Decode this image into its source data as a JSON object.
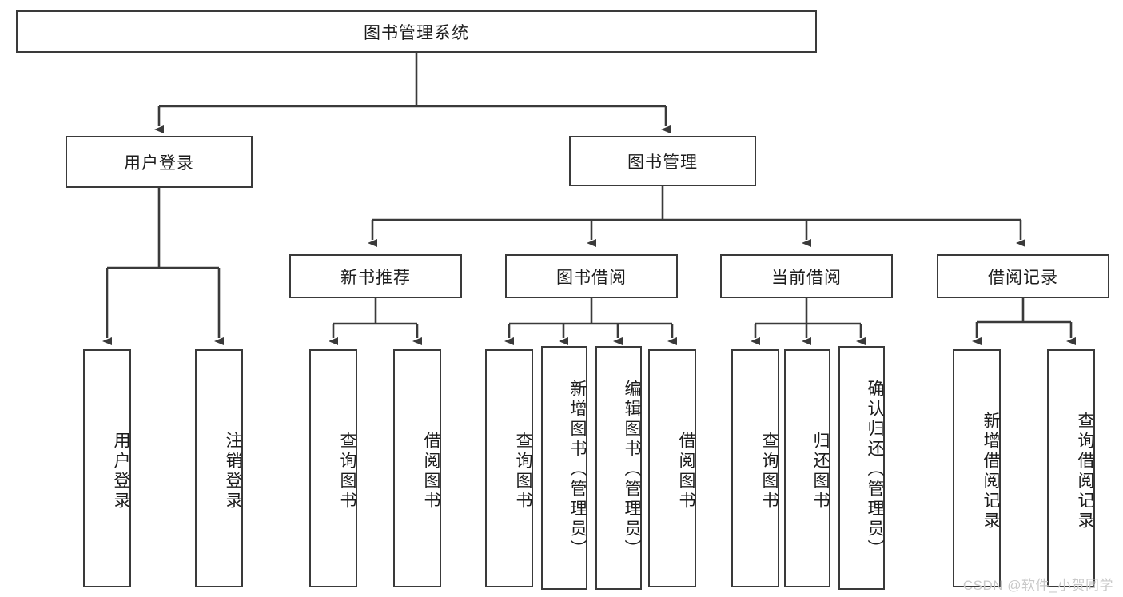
{
  "diagram": {
    "title": "图书管理系统",
    "type": "tree-hierarchy-diagram",
    "watermark": "CSDN @软件_小贺同学",
    "colors": {
      "background": "#ffffff",
      "box_border": "#3a3a3a",
      "box_fill": "#ffffff",
      "edge": "#3a3a3a",
      "text": "#1c1c1c",
      "watermark": "#c9c9c9"
    },
    "root": {
      "label": "图书管理系统"
    },
    "level2": [
      {
        "label": "用户登录"
      },
      {
        "label": "图书管理"
      }
    ],
    "level3": [
      {
        "label": "新书推荐"
      },
      {
        "label": "图书借阅"
      },
      {
        "label": "当前借阅"
      },
      {
        "label": "借阅记录"
      }
    ],
    "leaves": {
      "user_login": [
        {
          "label": "用户登录"
        },
        {
          "label": "注销登录"
        }
      ],
      "new_book_recommend": [
        {
          "label": "查询图书"
        },
        {
          "label": "借阅图书"
        }
      ],
      "book_borrow": [
        {
          "label": "查询图书"
        },
        {
          "label": "新增图书（管理员）"
        },
        {
          "label": "编辑图书（管理员）"
        },
        {
          "label": "借阅图书"
        }
      ],
      "current_borrow": [
        {
          "label": "查询图书"
        },
        {
          "label": "归还图书"
        },
        {
          "label": "确认归还（管理员）"
        }
      ],
      "borrow_record": [
        {
          "label": "新增借阅记录"
        },
        {
          "label": "查询借阅记录"
        }
      ]
    }
  }
}
